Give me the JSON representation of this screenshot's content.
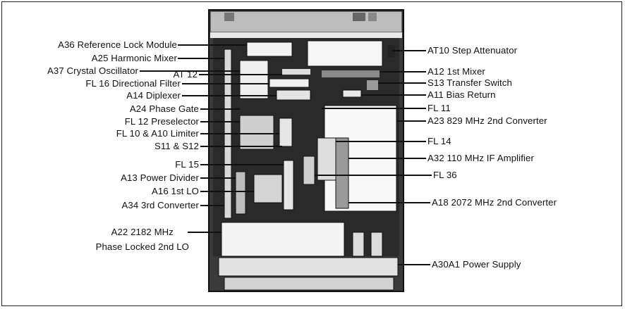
{
  "labels_left": [
    {
      "id": "a36",
      "text": "A36 Reference Lock Module"
    },
    {
      "id": "a25",
      "text": "A25 Harmonic Mixer"
    },
    {
      "id": "a37",
      "text": "A37 Crystal Oscillator"
    },
    {
      "id": "at12",
      "text": "AT 12"
    },
    {
      "id": "fl16",
      "text": "FL 16 Directional Filter"
    },
    {
      "id": "a14",
      "text": "A14 Diplexer"
    },
    {
      "id": "a24",
      "text": "A24 Phase Gate"
    },
    {
      "id": "fl12",
      "text": "FL 12 Preselector"
    },
    {
      "id": "fl10",
      "text": "FL 10 & A10 Limiter"
    },
    {
      "id": "s11",
      "text": "S11  &  S12"
    },
    {
      "id": "fl15",
      "text": "FL 15"
    },
    {
      "id": "a13",
      "text": "A13 Power Divider"
    },
    {
      "id": "a16",
      "text": "A16 1st LO"
    },
    {
      "id": "a34",
      "text": "A34 3rd Converter"
    },
    {
      "id": "a22a",
      "text": "A22 2182 MHz"
    },
    {
      "id": "a22b",
      "text": "Phase Locked 2nd LO"
    }
  ],
  "labels_right": [
    {
      "id": "at10",
      "text": "AT10 Step Attenuator"
    },
    {
      "id": "a12",
      "text": "A12 1st Mixer"
    },
    {
      "id": "s13",
      "text": "S13 Transfer Switch"
    },
    {
      "id": "a11",
      "text": "A11 Bias Return"
    },
    {
      "id": "fl11",
      "text": "FL 11"
    },
    {
      "id": "a23",
      "text": "A23 829 MHz 2nd Converter"
    },
    {
      "id": "fl14",
      "text": "FL 14"
    },
    {
      "id": "a32",
      "text": "A32 110 MHz IF Amplifier"
    },
    {
      "id": "fl36",
      "text": "FL 36"
    },
    {
      "id": "a18",
      "text": "A18 2072 MHz 2nd Converter"
    },
    {
      "id": "a30a1",
      "text": "A30A1 Power Supply"
    }
  ]
}
